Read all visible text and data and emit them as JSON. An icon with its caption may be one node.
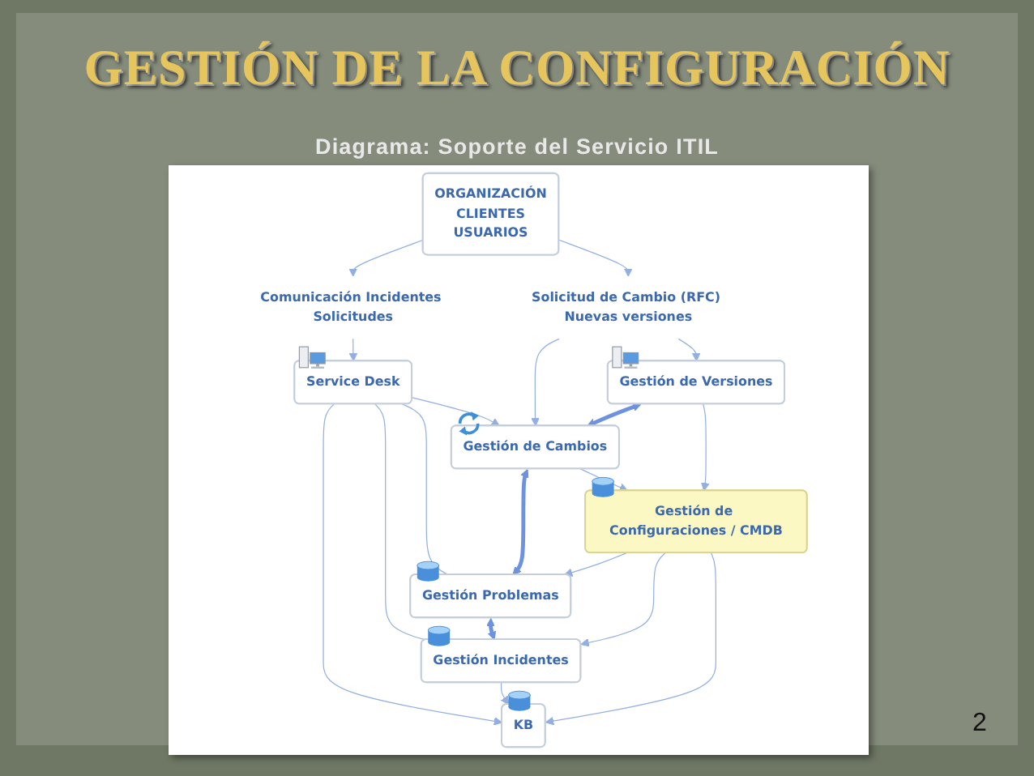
{
  "diagram": {
    "title": "GESTIÓN DE LA CONFIGURACIÓN",
    "nodes": [
      {
        "text": [
          "ORGANIZACIÓN",
          "CLIENTES",
          "USUARIOS"
        ]
      },
      {
        "text": [
          "Comunicación Incidentes Solicitudes"
        ]
      },
      {
        "text": [
          "Solicitud de Cambio (RFC) Nuevas versiones"
        ]
      },
      {
        "text": [
          "KB"
        ]
      },
      {
        "text": [
          "Service Desk"
        ]
      },
      {
        "text": [
          "Gestión Incidentes"
        ]
      },
      {
        "text": [
          "Gestión Problemas"
        ]
      },
      {
        "text": [
          "Gestión de Cambios"
        ]
      },
      {
        "text": [
          "Gestión de Versiones"
        ]
      },
      {
        "text": [
          "Gestión de Configuraciones / CMDB"
        ]
      }
    ],
    "edges": [
      {
        "from": 0,
        "to": 1,
        "arrow": "to"
      },
      {
        "from": 0,
        "to": 2,
        "arrow": "to"
      },
      {
        "from": 1,
        "to": 4,
        "arrow": "to"
      },
      {
        "from": 4,
        "to": 3,
        "arrow": "to"
      },
      {
        "from": 4,
        "to": 7,
        "arrow": "to"
      },
      {
        "from": 2,
        "to": 7,
        "arrow": "to"
      },
      {
        "from": 2,
        "to": 8,
        "arrow": "to"
      },
      {
        "from": 4,
        "to": 5,
        "arrow": "none"
      },
      {
        "from": 4,
        "to": 6,
        "arrow": "none"
      },
      {
        "from": 6,
        "to": 5,
        "arrow": "both",
        "style": "thick",
        "color": "#6d92de"
      },
      {
        "from": 7,
        "to": 6,
        "arrow": "both",
        "style": "thick",
        "color": "#6d92de"
      },
      {
        "from": 8,
        "to": 7,
        "arrow": "both",
        "style": "thick",
        "color": "#6d92de"
      },
      {
        "from": 5,
        "to": 3,
        "arrow": "to"
      },
      {
        "from": 9,
        "to": 3,
        "arrow": "to"
      },
      {
        "from": 9,
        "to": 5,
        "arrow": "to"
      },
      {
        "from": 9,
        "to": 6,
        "arrow": "to"
      },
      {
        "from": 7,
        "to": 9,
        "arrow": "to"
      },
      {
        "from": 8,
        "to": 9,
        "arrow": "to"
      }
    ],
    "labels": [
      "Diagrama: Soporte del Servicio ITIL",
      "2"
    ]
  }
}
